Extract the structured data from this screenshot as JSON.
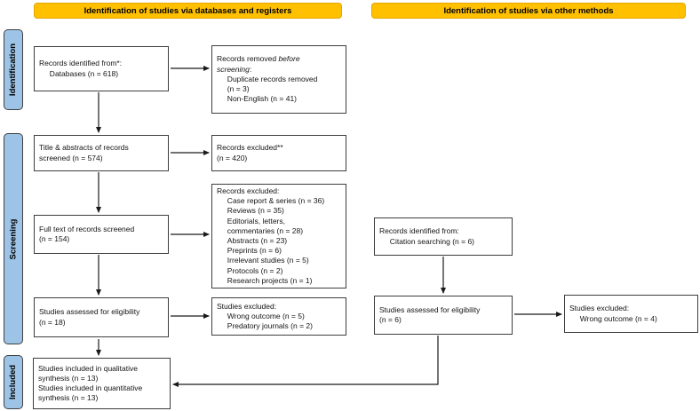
{
  "headers": {
    "databases": "Identification of studies via databases and registers",
    "other_methods": "Identification of studies via other methods"
  },
  "sidebar": {
    "identification": "Identification",
    "screening": "Screening",
    "included": "Included"
  },
  "colors": {
    "header_bg": "#FFC000",
    "header_border": "#E3A600",
    "sidebar_bg": "#9DC3E6",
    "box_border": "#3D3D3D",
    "arrow": "#1A1A1A"
  },
  "boxes": {
    "records_identified_databases": "Records identified from*:\n     Databases (n = 618)",
    "records_removed_prefix": "Records removed ",
    "records_removed_italic": "before\nscreening",
    "records_removed_rest": ":\n     Duplicate records removed\n     (n = 3)\n     Non-English (n = 41)",
    "title_abstracts_screened": "Title & abstracts of records\nscreened (n = 574)",
    "records_excluded": "Records excluded**\n(n = 420)",
    "full_text_screened": "Full text of records screened\n(n = 154)",
    "records_excluded_list": "Records excluded:\n     Case report & series (n = 36)\n     Reviews (n = 35)\n     Editorials, letters,\n     commentaries (n = 28)\n     Abstracts (n = 23)\n     Preprints (n = 6)\n     Irrelevant studies (n = 5)\n     Protocols (n = 2)\n     Research projects (n = 1)",
    "studies_assessed_databases": "Studies assessed for eligibility\n(n = 18)",
    "studies_excluded_databases": "Studies excluded:\n     Wrong outcome (n = 5)\n     Predatory journals (n = 2)",
    "studies_included": "Studies included in qualitative\nsynthesis (n = 13)\nStudies included in quantitative\nsynthesis (n = 13)",
    "records_identified_other": "Records identified from:\n     Citation searching (n = 6)",
    "studies_assessed_other": "Studies assessed for eligibility\n(n = 6)",
    "studies_excluded_other": "Studies excluded:\n     Wrong outcome (n = 4)"
  }
}
